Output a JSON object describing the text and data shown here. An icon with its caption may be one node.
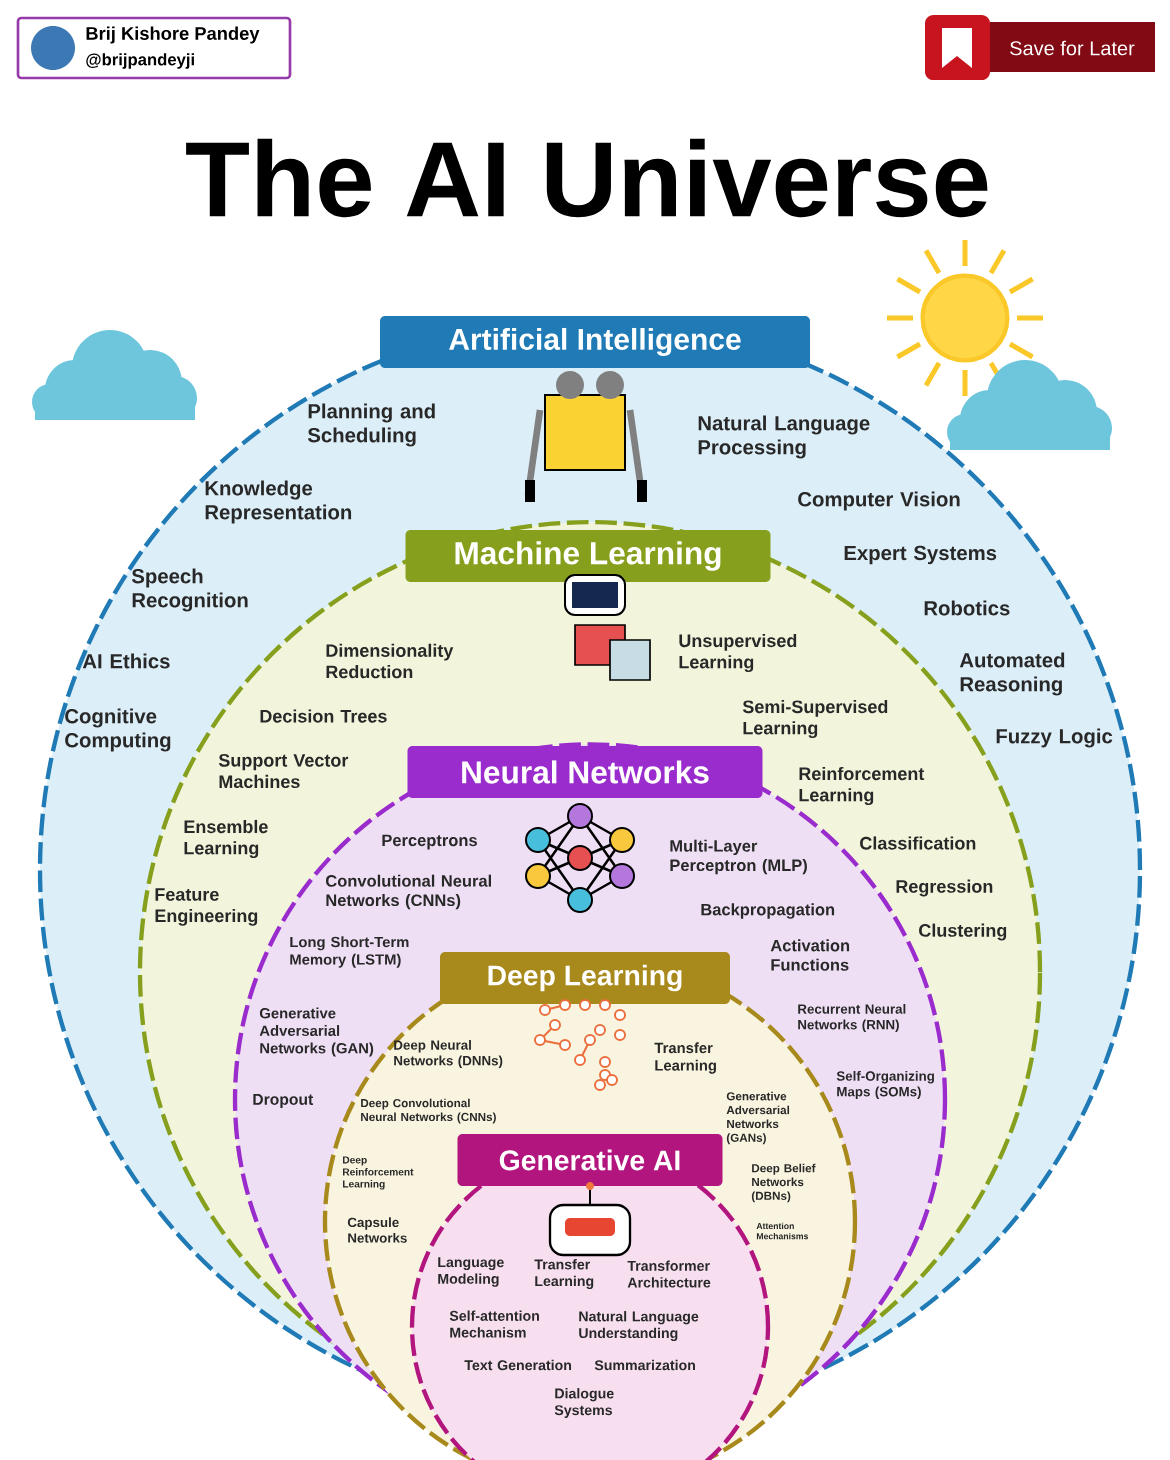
{
  "diagram": {
    "title": "The AI Universe",
    "nodes": [
      {
        "text": [
          "Artificial Intelligence",
          "Planning and Scheduling",
          "Natural Language Processing",
          "Knowledge Representation",
          "Computer Vision",
          "Speech Recognition",
          "Expert Systems",
          "AI Ethics",
          "Robotics",
          "Automated Reasoning",
          "Cognitive Computing",
          "Fuzzy Logic"
        ]
      },
      {
        "text": [
          "Machine Learning",
          "Dimensionality Reduction",
          "Unsupervised Learning",
          "Decision Trees",
          "Semi-Supervised Learning",
          "Support Vector Machines",
          "Reinforcement Learning",
          "Ensemble Learning",
          "Classification",
          "Feature Engineering",
          "Regression",
          "Clustering"
        ],
        "in": 0
      },
      {
        "text": [
          "Neural Networks",
          "Perceptrons",
          "Multi-Layer Perceptron (MLP)",
          "Convolutional Neural Networks (CNNs)",
          "Backpropagation",
          "Long Short-Term Memory (LSTM)",
          "Activation Functions",
          "Generative Adversarial Networks (GAN)",
          "Recurrent Neural Networks (RNN)",
          "Dropout",
          "Self-Organizing Maps (SOMs)"
        ],
        "in": 1
      },
      {
        "text": [
          "Deep Learning",
          "Deep Neural Networks (DNNs)",
          "Transfer Learning",
          "Deep Convolutional Neural Networks (CNNs)",
          "Generative Adversarial Networks (GANs)",
          "Deep Reinforcement Learning",
          "Deep Belief Networks (DBNs)",
          "Capsule Networks",
          "Attention Mechanisms"
        ],
        "in": 2
      },
      {
        "text": [
          "Generative AI",
          "Language Modeling",
          "Transfer Learning",
          "Transformer Architecture",
          "Self-attention Mechanism",
          "Natural Language Understanding",
          "Text Generation",
          "Summarization",
          "Dialogue Systems"
        ],
        "in": 3
      }
    ],
    "labels": [
      "Brij Kishore Pandey",
      "@brijpandeyji",
      "Save for Later"
    ]
  }
}
